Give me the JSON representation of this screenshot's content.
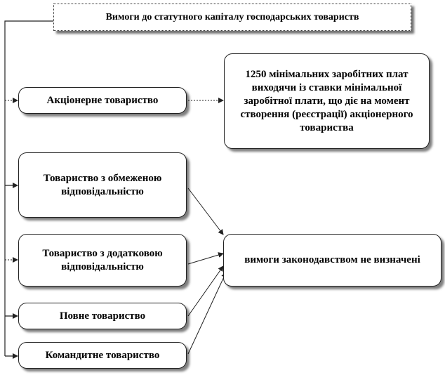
{
  "title": "Вимоги до статутного капіталу господарських товариств",
  "types": {
    "joint_stock": "Акціонерне товариство",
    "llc": "Товариство з обмеженою відповідальністю",
    "additional_liability": "Товариство з додатковою відповідальністю",
    "general": "Повне товариство",
    "limited": "Командитне товариство"
  },
  "requirements": {
    "joint_stock": "1250 мінімальних заробітних плат виходячи із ставки мінімальної заробітної плати, що діє на момент створення (реєстрації) акціонерного товариства",
    "others": "вимоги законодавством не визначені"
  },
  "colors": {
    "line": "#222222",
    "shadow": "#7f7f7f"
  }
}
